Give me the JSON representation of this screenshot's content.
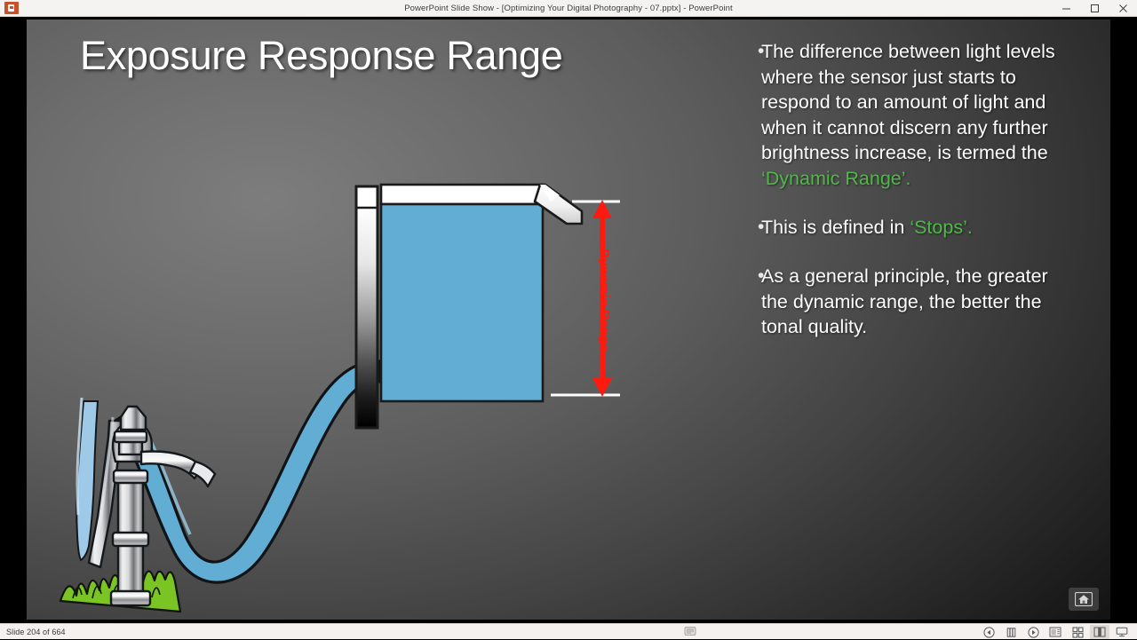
{
  "window": {
    "title": "PowerPoint Slide Show - [Optimizing Your Digital Photography - 07.pptx] - PowerPoint",
    "app_icon": "powerpoint-icon",
    "controls": {
      "minimize": "minimize-icon",
      "restore": "restore-icon",
      "close": "close-icon"
    }
  },
  "slide": {
    "title": "Exposure Response Range",
    "bullets": [
      {
        "marker": "•",
        "segments": [
          {
            "text": "The difference between light levels where the sensor just starts to respond to an amount of light and when it cannot discern any further brightness increase, is termed the ",
            "accent": false
          },
          {
            "text": "‘Dynamic Range’.",
            "accent": true
          }
        ]
      },
      {
        "marker": "•",
        "segments": [
          {
            "text": "This is defined in ",
            "accent": false
          },
          {
            "text": "‘Stops’.",
            "accent": true
          }
        ]
      },
      {
        "marker": "•",
        "segments": [
          {
            "text": "As a general principle, the greater the dynamic range, the better the tonal quality.",
            "accent": false
          }
        ]
      }
    ],
    "diagram": {
      "name": "water-tank-dynamic-range-diagram",
      "annotation_label": "Dynamic Range",
      "annotation_color": "#ff1a10",
      "water_color": "#62add3",
      "tank_fill_top_label": "overflow-spout",
      "elements": [
        "hand-pump",
        "grass",
        "water-hose",
        "tonal-gradient-bar",
        "water-tank",
        "overflow-spout",
        "dynamic-range-arrow",
        "upper-reference-line",
        "lower-reference-line"
      ]
    },
    "home_button": "home-icon"
  },
  "statusbar": {
    "slide_counter": "Slide 204 of 664",
    "icons": [
      "previous-slide-icon",
      "pen-tools-icon",
      "next-slide-icon",
      "notes-icon",
      "all-slides-icon",
      "zoom-slide-icon",
      "presenter-view-icon"
    ],
    "active_icon": "zoom-slide-icon"
  }
}
